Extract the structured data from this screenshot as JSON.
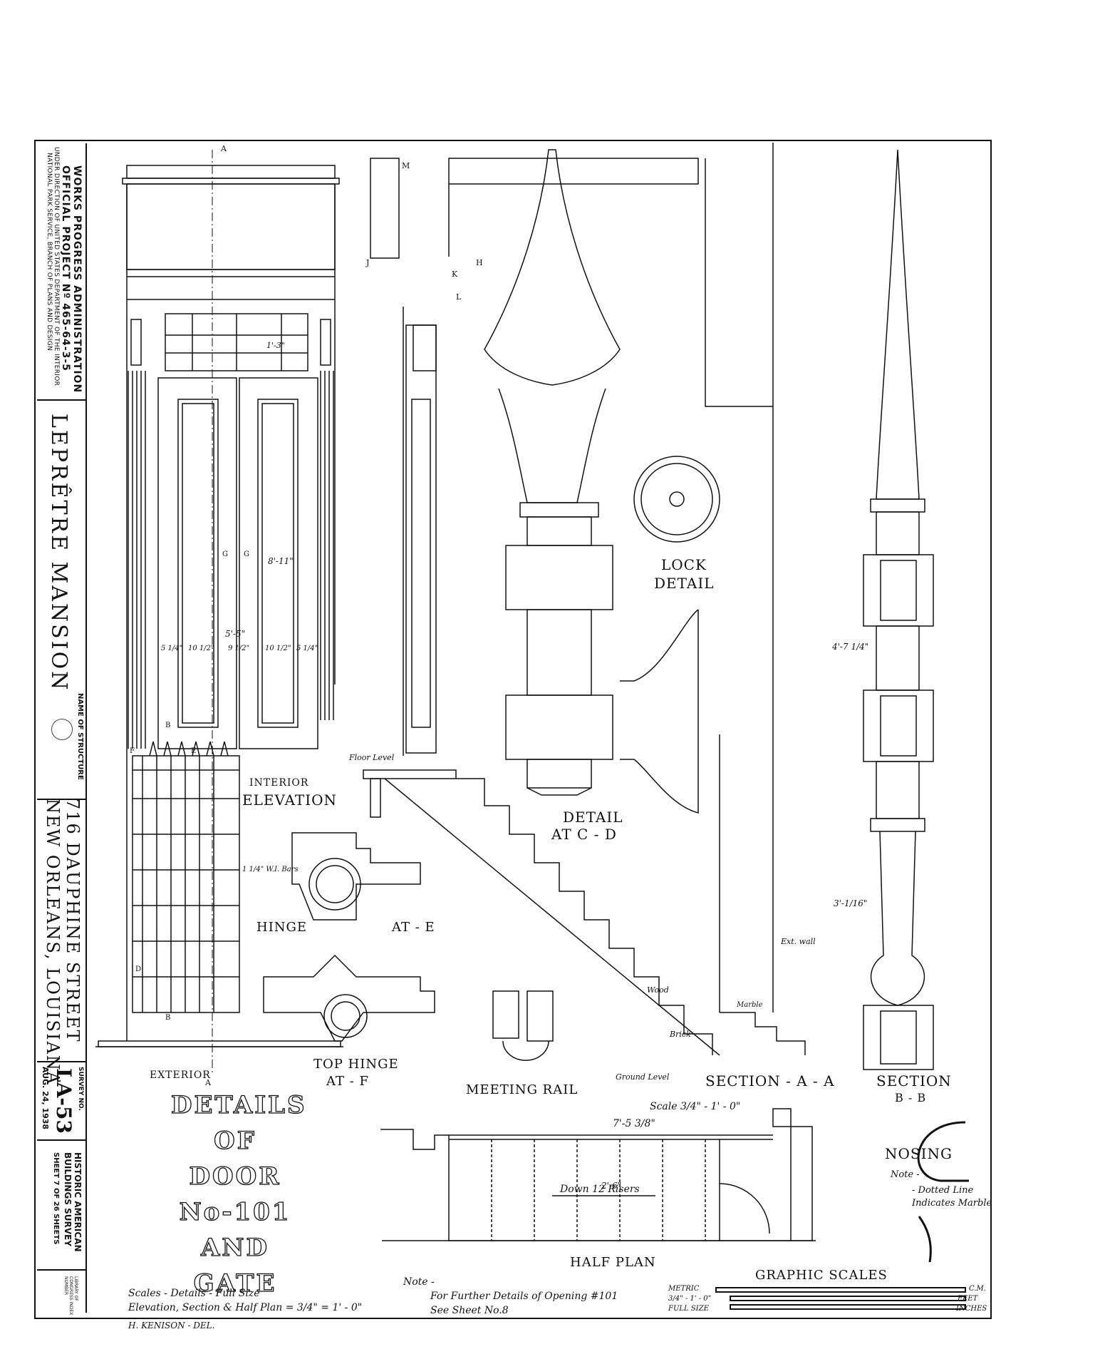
{
  "title_block": {
    "agency_line1": "WORKS PROGRESS ADMINISTRATION",
    "agency_line2": "OFFICIAL PROJECT Nº 465-64-3-5",
    "agency_line3": "UNDER DIRECTION OF UNITED STATES DEPARTMENT OF THE INTERIOR",
    "agency_line4": "NATIONAL PARK SERVICE, BRANCH OF PLANS AND DESIGN",
    "structure_name": "LEPRÊTRE MANSION",
    "structure_label": "NAME OF STRUCTURE",
    "address_line1": "716 DAUPHINE STREET",
    "address_line2": "NEW ORLEANS, LOUISIANA",
    "survey_label": "SURVEY NO.",
    "survey_no": "LA-53",
    "date": "AUG. 24, 1938",
    "habs_line1": "HISTORIC AMERICAN",
    "habs_line2": "BUILDINGS SURVEY",
    "sheet_text": "SHEET 7 OF 26 SHEETS",
    "loc_label": "LIBRARY OF CONGRESS INDEX NUMBER"
  },
  "drawing": {
    "title_lines": [
      "DETAILS",
      "OF",
      "DOOR",
      "No-101",
      "AND",
      "GATE"
    ],
    "interior_elevation": [
      "INTERIOR",
      "ELEVATION"
    ],
    "exterior": "EXTERIOR",
    "hinge_e": [
      "HINGE",
      "AT - E"
    ],
    "top_hinge": [
      "TOP HINGE",
      "AT - F"
    ],
    "meeting_rail": "MEETING RAIL",
    "section_aa": "SECTION - A - A",
    "section_bb": [
      "SECTION",
      "B - B"
    ],
    "lock_detail": [
      "LOCK",
      "DETAIL"
    ],
    "detail_cd": [
      "DETAIL",
      "AT C - D"
    ],
    "half_plan": "HALF PLAN",
    "nosing": "NOSING",
    "nosing_note": [
      "Note -",
      "- Dotted Line",
      "Indicates Marble"
    ],
    "graphic_scales": "GRAPHIC SCALES",
    "scale_metric": "METRIC",
    "scale_34": "3/4\" - 1' - 0\"",
    "scale_full": "FULL SIZE",
    "scale_cm": "C.M.",
    "scale_feet": "FEET",
    "scale_inches": "INCHES",
    "scales_note": [
      "Scales - Details - Full Size",
      "Elevation, Section & Half Plan = 3/4\" = 1' - 0\""
    ],
    "delineator": "H. KENISON - DEL.",
    "note": [
      "Note -",
      "For Further Details of Opening #101",
      "See Sheet No.8"
    ],
    "plan_scale": "Scale 3/4\" - 1' - 0\"",
    "down_risers": "Down 12 Risers",
    "dims": {
      "width_total": "5'-5\"",
      "w1": "5 1/4\"",
      "w2": "10 1/2\"",
      "w3": "9 1/2\"",
      "w4": "10 1/2\"",
      "w5": "5 1/4\"",
      "height": "8'-11\"",
      "transom": "1'-3\"",
      "plan_width": "7'-5 3/8\"",
      "plan_depth": "2'-6\"",
      "sec_b1": "4'-7 1/4\"",
      "sec_b2": "3'-1/16\""
    },
    "callouts": {
      "floor_level": "Floor Level",
      "ground_level": "Ground Level",
      "wood": "Wood",
      "brick": "Brick",
      "marble": "Marble",
      "ext_wall": "Ext. wall",
      "bars": "1 1/4\" W.I. Bars"
    },
    "section_marks": [
      "A",
      "A",
      "M",
      "H",
      "J",
      "K",
      "L",
      "G",
      "G",
      "B",
      "B",
      "E",
      "D",
      "F"
    ]
  }
}
